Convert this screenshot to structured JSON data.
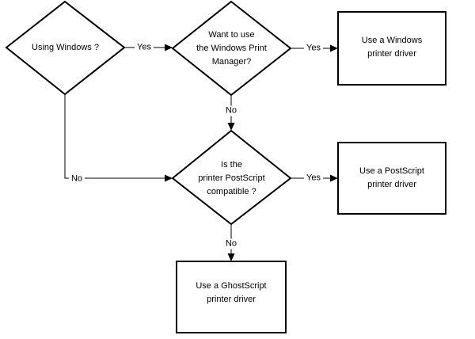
{
  "diagram": {
    "type": "flowchart",
    "colors": {
      "background": "#ffffff",
      "line": "#000000",
      "text": "#000000"
    },
    "nodes": {
      "using_windows": {
        "shape": "decision",
        "label": "Using Windows ?"
      },
      "want_print_manager": {
        "shape": "decision",
        "line1": "Want to use",
        "line2": "the Windows Print",
        "line3": "Manager?"
      },
      "postscript_compatible": {
        "shape": "decision",
        "line1": "Is the",
        "line2": "printer PostScript",
        "line3": "compatible ?"
      },
      "windows_driver": {
        "shape": "process",
        "line1": "Use a Windows",
        "line2": "printer driver"
      },
      "postscript_driver": {
        "shape": "process",
        "line1": "Use a PostScript",
        "line2": "printer driver"
      },
      "ghostscript_driver": {
        "shape": "process",
        "line1": "Use a GhostScript",
        "line2": "printer driver"
      }
    },
    "edges": {
      "using_windows_yes": "Yes",
      "using_windows_no": "No",
      "print_manager_yes": "Yes",
      "print_manager_no": "No",
      "compatible_yes": "Yes",
      "compatible_no": "No"
    }
  }
}
